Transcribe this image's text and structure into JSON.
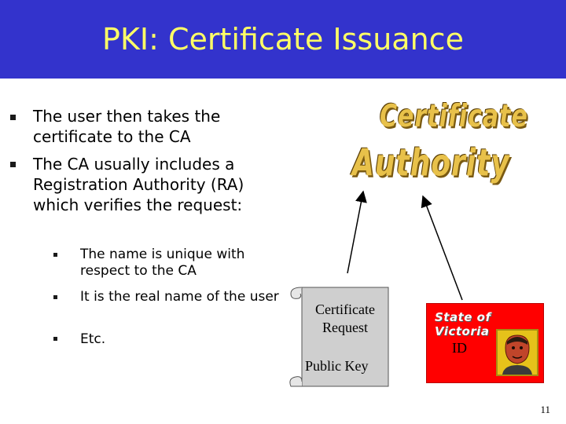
{
  "slide": {
    "title": "PKI: Certificate Issuance",
    "bullets": [
      "The user then takes the certificate to the CA",
      "The CA usually includes a Registration Authority (RA) which verifies the request:"
    ],
    "sub_bullets": [
      "The name is unique with respect to the CA",
      "It is the real name of the user",
      "Etc."
    ],
    "page_number": "11"
  },
  "diagram": {
    "ca_logo_top": "Certificate",
    "ca_logo_bottom": "Authority",
    "scroll_text": "Certificate Request",
    "public_key": "Public Key",
    "id_card_title": "State of Victoria",
    "id_card_label": "ID"
  },
  "colors": {
    "title_bar": "#3333cc",
    "title_text": "#ffff66",
    "id_card": "#ff0000",
    "scroll": "#cfcfcf",
    "logo_gold": "#e8c14a"
  }
}
